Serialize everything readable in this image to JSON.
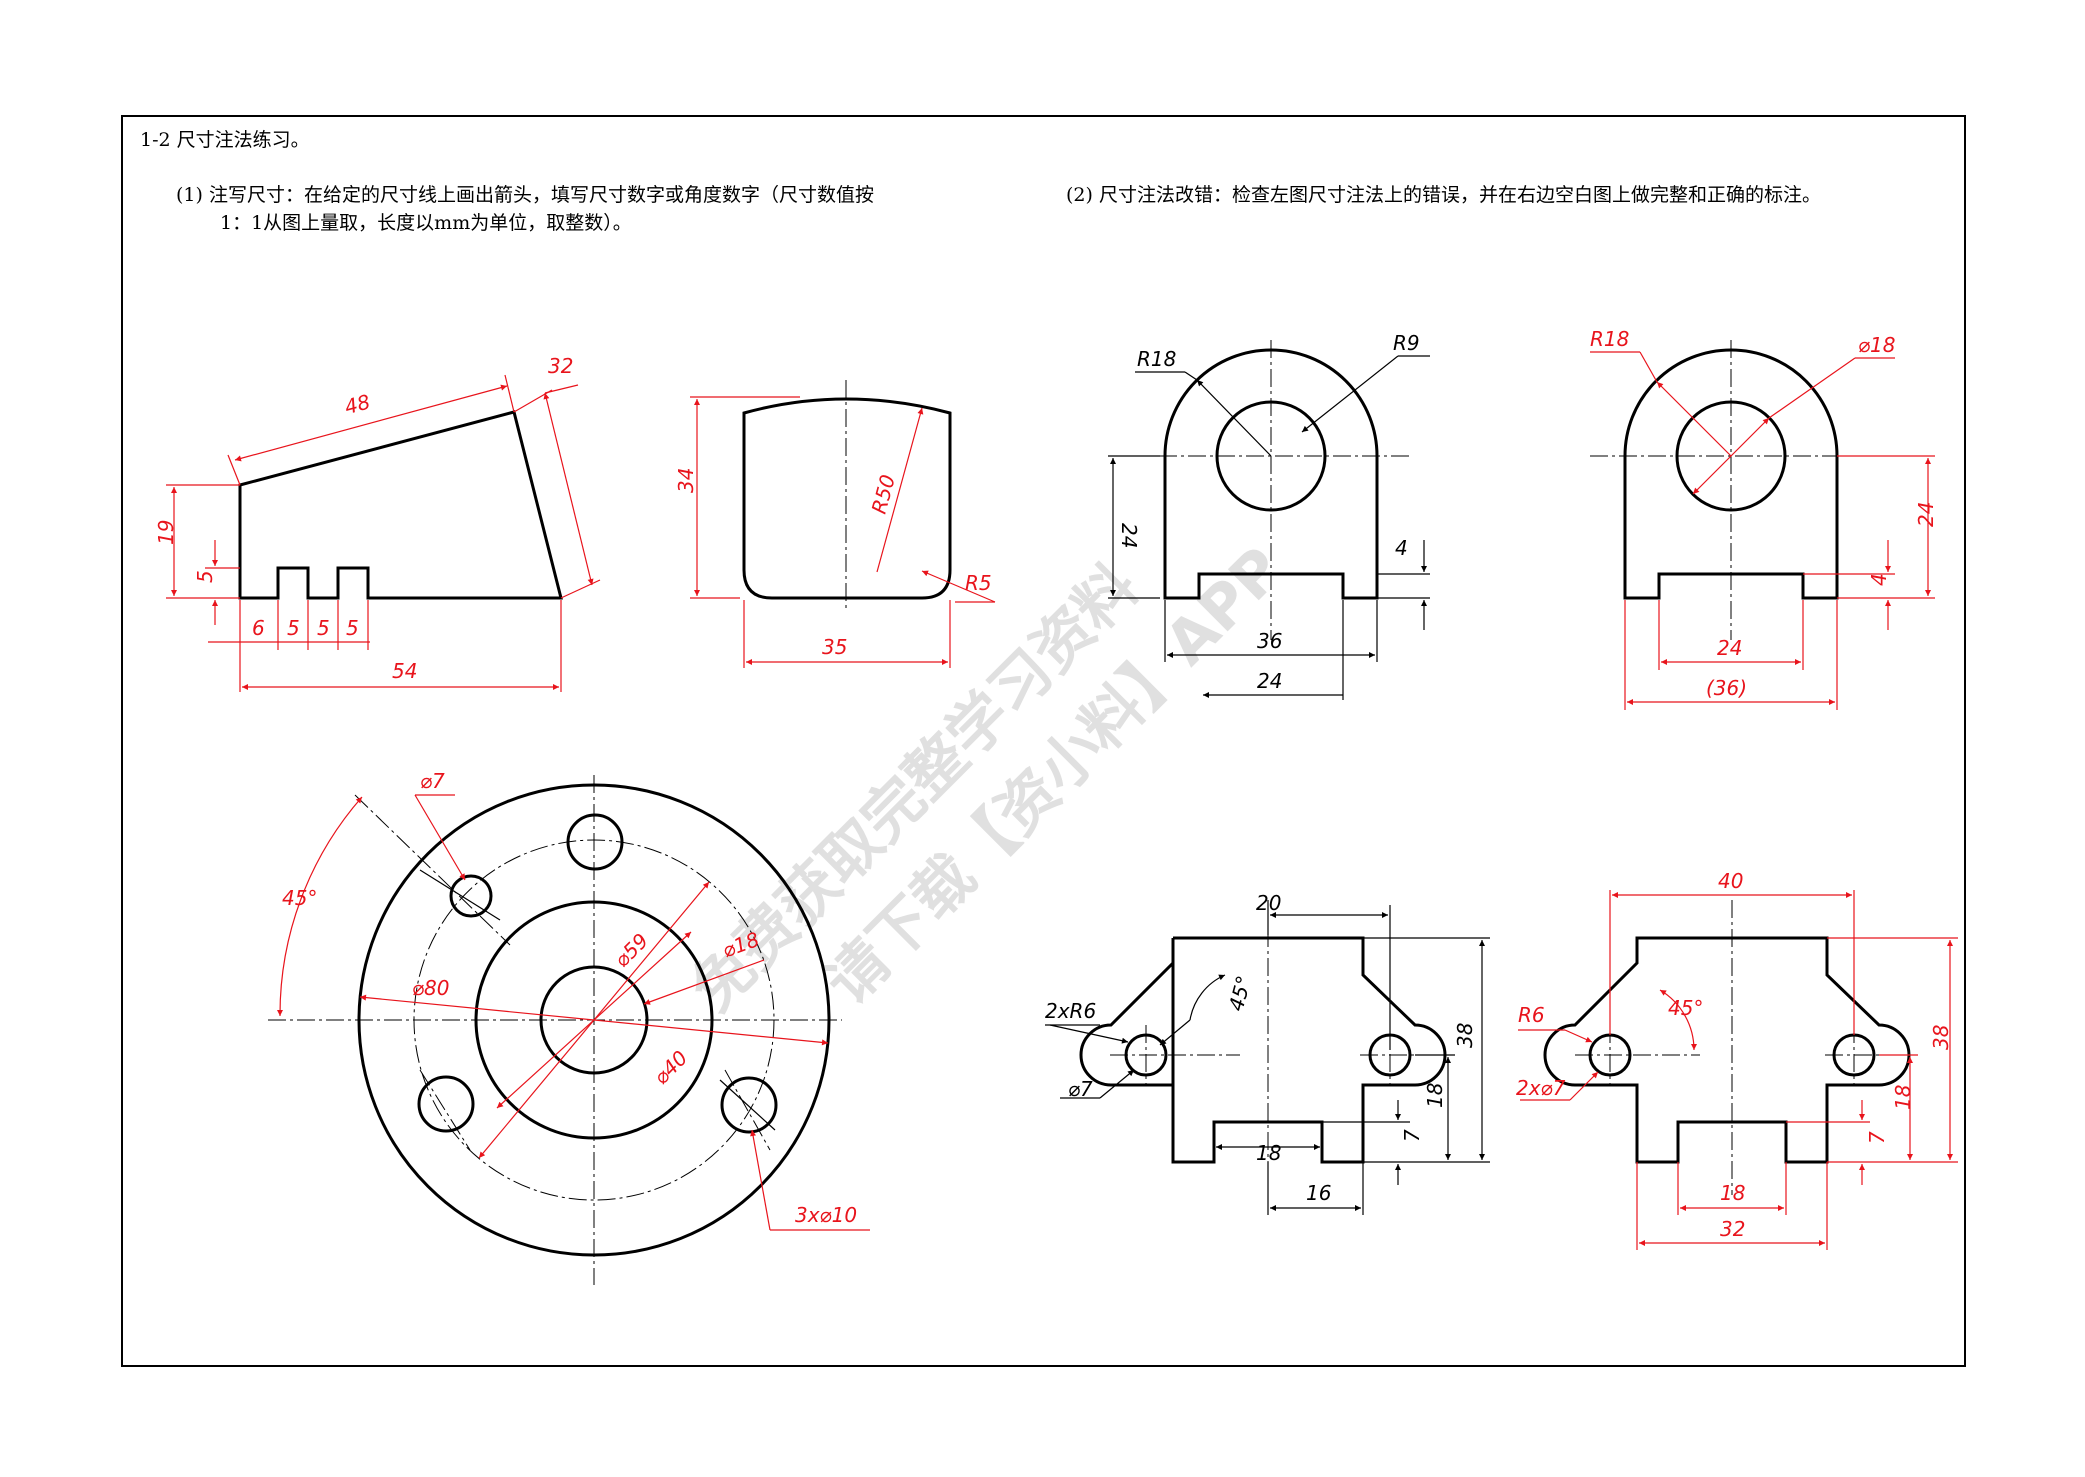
{
  "header": {
    "title": "1-2 尺寸注法练习。",
    "q1_line1": "(1) 注写尺寸：在给定的尺寸线上画出箭头，填写尺寸数字或角度数字（尺寸数值按",
    "q1_line2": "1：1从图上量取，长度以mm为单位，取整数）。",
    "q2_line1": "(2) 尺寸注法改错：检查左图尺寸注法上的错误，并在右边空白图上做完整和正确的标注。"
  },
  "watermark": {
    "line1": "免费获取完整学习资料",
    "line2": "请下载【资小料】APP"
  },
  "colors": {
    "dimension": "#e8141c",
    "outline": "#000000"
  },
  "fig1_wedge": {
    "d48": "48",
    "d32": "32",
    "d19": "19",
    "d5": "5",
    "d6": "6",
    "d5a": "5",
    "d5b": "5",
    "d5c": "5",
    "d54": "54"
  },
  "fig2_block": {
    "d34": "34",
    "r50": "R50",
    "r5": "R5",
    "d35": "35"
  },
  "fig3_flange": {
    "d7": "⌀7",
    "a45": "45°",
    "d80": "⌀80",
    "d59": "⌀59",
    "d18": "⌀18",
    "d40": "⌀40",
    "d3x10": "3x⌀10"
  },
  "fig4_wrong": {
    "r18": "R18",
    "r9": "R9",
    "d24v": "24",
    "d4": "4",
    "d36": "36",
    "d24h": "24"
  },
  "fig5_right": {
    "r18": "R18",
    "d18": "⌀18",
    "d24v": "24",
    "d4": "4",
    "d24h": "24",
    "d36p": "(36)"
  },
  "fig6_wrong": {
    "d20": "20",
    "r6": "2xR6",
    "a45": "45°",
    "d7": "⌀7",
    "d38": "38",
    "d18v": "18",
    "d7v": "7",
    "d18h": "18",
    "d16": "16"
  },
  "fig7_right": {
    "d40": "40",
    "r6": "R6",
    "a45": "45°",
    "d2x7": "2x⌀7",
    "d38": "38",
    "d18v": "18",
    "d7v": "7",
    "d18h": "18",
    "d32": "32"
  }
}
